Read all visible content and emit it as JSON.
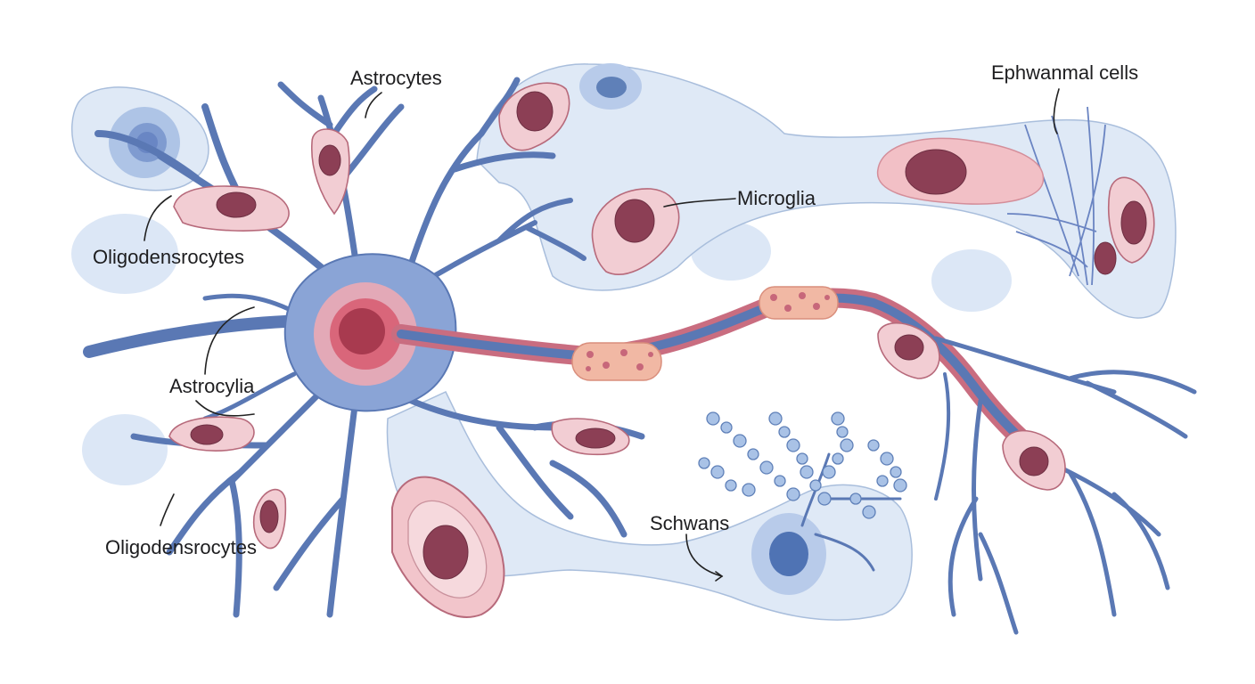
{
  "diagram": {
    "labels": {
      "astrocytes": "Astrocytes",
      "ephwanmal": "Ephwanmal cells",
      "oligodendrocytes_top": "Oligodensrocytes",
      "microglia": "Microglia",
      "astrocylia": "Astrocylia",
      "oligodendrocytes_bottom": "Oligodensrocytes",
      "schwans": "Schwans"
    },
    "colors": {
      "neuron_body": "#7f9bd0",
      "neuron_process": "#5a78b4",
      "soma": "#e58e98",
      "nucleus": "#a83a4f",
      "glia_cell": "#f2cdd3",
      "glia_nucleus": "#8c3f55",
      "sheath": "#dfe9f6",
      "myelin": "#f1b8a4"
    }
  }
}
